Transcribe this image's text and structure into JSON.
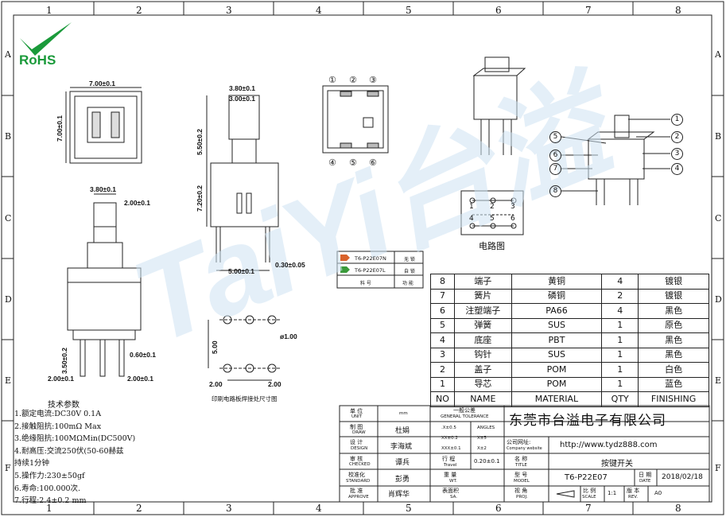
{
  "logo": {
    "text": "RoHS",
    "color": "#1a9a3a"
  },
  "grid": {
    "columns": [
      "1",
      "2",
      "3",
      "4",
      "5",
      "6",
      "7",
      "8"
    ],
    "rows": [
      "A",
      "B",
      "C",
      "D",
      "E",
      "F"
    ]
  },
  "watermark": {
    "text": "TaiYi台溢",
    "color": "#cfe3f3"
  },
  "dims": {
    "top_width": "7.00±0.1",
    "top_height": "7.00±0.1",
    "front_w1": "3.80±0.1",
    "front_w2": "2.00±0.1",
    "front_pin_h": "3.50±0.2",
    "front_pitch": "0.60±0.1",
    "front_left": "2.00±0.1",
    "front_right": "2.00±0.1",
    "side_w1": "3.80±0.1",
    "side_w2": "3.00±0.1",
    "side_h1": "5.50±0.2",
    "side_h2": "7.20±0.2",
    "side_pitch": "5.00±0.1",
    "side_pin": "0.30±0.05",
    "pcb_v": "5.00",
    "pcb_h1": "2.00",
    "pcb_h2": "2.00",
    "pcb_hole": "ø1.00"
  },
  "pcb_caption": "印刷电路板焊接处尺寸图",
  "circuit_caption": "电路图",
  "pin_numbers_top": [
    "①",
    "②",
    "③"
  ],
  "pin_numbers_bottom": [
    "④",
    "⑤",
    "⑥"
  ],
  "circuit_pins": [
    "1",
    "2",
    "3",
    "4",
    "5",
    "6"
  ],
  "callouts": [
    "1",
    "2",
    "3",
    "4",
    "5",
    "6",
    "7",
    "8"
  ],
  "variants": {
    "rows": [
      {
        "code": "T6-P22E07N",
        "function": "无 锁",
        "color": "#d9622b"
      },
      {
        "code": "T6-P22E07L",
        "function": "自 锁",
        "color": "#3a9a3a"
      }
    ],
    "header_part": "料 号",
    "header_function": "功 能"
  },
  "bom": {
    "headers": [
      "NO",
      "NAME",
      "MATERIAL",
      "QTY",
      "FINISHING"
    ],
    "rows": [
      [
        "8",
        "端子",
        "黄铜",
        "4",
        "镀银"
      ],
      [
        "7",
        "簧片",
        "磷铜",
        "2",
        "镀银"
      ],
      [
        "6",
        "注塑端子",
        "PA66",
        "4",
        "黑色"
      ],
      [
        "5",
        "弹簧",
        "SUS",
        "1",
        "原色"
      ],
      [
        "4",
        "底座",
        "PBT",
        "1",
        "黑色"
      ],
      [
        "3",
        "钩针",
        "SUS",
        "1",
        "黑色"
      ],
      [
        "2",
        "盖子",
        "POM",
        "1",
        "白色"
      ],
      [
        "1",
        "导芯",
        "POM",
        "1",
        "蓝色"
      ]
    ]
  },
  "tech": {
    "title": "技术参数",
    "lines": [
      "1.额定电流:DC30V  0.1A",
      "2.接触阻抗:100mΩ Max",
      "3.绝缘阻抗:100MΩMin(DC500V)",
      "4.耐高压:交流250伏(50-60赫兹",
      "持续1分钟",
      "5.操作力:230±50gf",
      "6.寿命:100.000次.",
      "7.行程:2.4±0.2 mm"
    ]
  },
  "titleblock": {
    "unit_cn": "单 位",
    "unit_en": "UNIT",
    "unit_val": "mm",
    "tol_cn": "一般公差",
    "tol_en": "GENERAL TOLERANCE",
    "tol": [
      ".X±0.5",
      "ANGLES",
      "XX±0.2",
      "X±5",
      "XXX±0.1",
      "X±2"
    ],
    "company": "东莞市台溢电子有限公司",
    "draw_cn": "制 图",
    "draw_en": "DRAW",
    "draw_name": "杜娟",
    "design_cn": "设 计",
    "design_en": "DESIGN",
    "design_name": "李海斌",
    "check_cn": "审 核",
    "check_en": "CHECKED",
    "check_name": "谭兵",
    "std_cn": "校准化",
    "std_en": "STANDARD",
    "std_name": "彭勇",
    "appr_cn": "批 准",
    "appr_en": "APPROVE",
    "appr_name": "肖辉华",
    "web_cn": "公司网址:",
    "web_en": "Company website",
    "web": "http://www.tydz888.com",
    "travel_cn": "行 程",
    "travel_en": "Travel",
    "travel": "0.20±0.1",
    "name_cn": "名 称",
    "name_en": "TITLE",
    "name": "按键开关",
    "wt_cn": "重 量",
    "wt_en": "WT.",
    "surf_cn": "表面积",
    "surf_en": "SA.",
    "model_cn": "型 号",
    "model_en": "MODEL",
    "model": "T6-P22E07",
    "date_cn": "日 期",
    "date_en": "DATE",
    "date": "2018/02/18",
    "proj_cn": "视 角",
    "proj_en": "PROJ.",
    "scale_cn": "比 例",
    "scale_en": "SCALE",
    "scale": "1:1",
    "rev_cn": "版 本",
    "rev_en": "REV.",
    "rev": "A0"
  }
}
